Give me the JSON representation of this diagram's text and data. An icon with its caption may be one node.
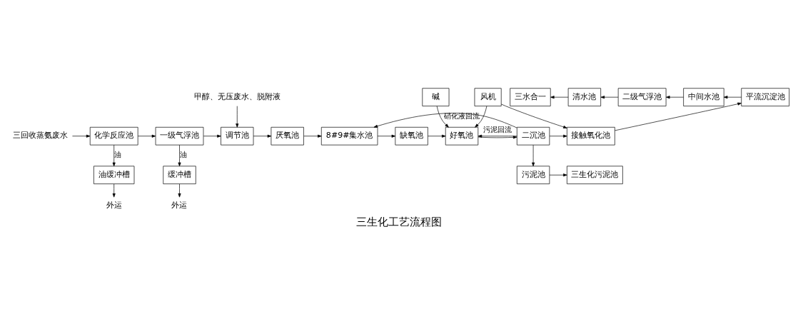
{
  "diagram": {
    "title": "三生化工艺流程图",
    "nodes": [
      {
        "text": [
          "甲醇、无压废水、脱附液"
        ]
      },
      {
        "text": [
          "三回收蒸氨废水"
        ]
      },
      {
        "text": [
          "化学反应池"
        ]
      },
      {
        "text": [
          "一级气浮池"
        ]
      },
      {
        "text": [
          "调节池"
        ]
      },
      {
        "text": [
          "油缓冲槽"
        ]
      },
      {
        "text": [
          "缓冲槽"
        ]
      },
      {
        "text": [
          "外运"
        ]
      },
      {
        "text": [
          "外运"
        ]
      },
      {
        "text": [
          "厌氧池"
        ]
      },
      {
        "text": [
          "8#9#集水池"
        ]
      },
      {
        "text": [
          "缺氧池"
        ]
      },
      {
        "text": [
          "碱"
        ]
      },
      {
        "text": [
          "风机"
        ]
      },
      {
        "text": [
          "好氧池"
        ]
      },
      {
        "text": [
          "二沉池"
        ]
      },
      {
        "text": [
          "接触氧化池"
        ]
      },
      {
        "text": [
          "污泥池"
        ]
      },
      {
        "text": [
          "三生化污泥池"
        ]
      },
      {
        "text": [
          "平流沉淀池"
        ]
      },
      {
        "text": [
          "中间水池"
        ]
      },
      {
        "text": [
          "二级气浮池"
        ]
      },
      {
        "text": [
          "清水池"
        ]
      },
      {
        "text": [
          "三水合一"
        ]
      }
    ],
    "edges": [
      {
        "from": 0,
        "to": 4,
        "arrow": "to"
      },
      {
        "from": 1,
        "to": 2,
        "arrow": "to"
      },
      {
        "from": 2,
        "to": 3,
        "arrow": "to"
      },
      {
        "from": 3,
        "to": 4,
        "arrow": "to"
      },
      {
        "from": 2,
        "to": 5,
        "arrow": "to",
        "label": "油"
      },
      {
        "from": 3,
        "to": 6,
        "arrow": "to",
        "label": "油"
      },
      {
        "from": 5,
        "to": 7,
        "arrow": "to"
      },
      {
        "from": 6,
        "to": 8,
        "arrow": "to"
      },
      {
        "from": 4,
        "to": 9,
        "arrow": "to"
      },
      {
        "from": 9,
        "to": 10,
        "arrow": "to"
      },
      {
        "from": 10,
        "to": 11,
        "arrow": "to"
      },
      {
        "from": 11,
        "to": 14,
        "arrow": "to"
      },
      {
        "from": 12,
        "to": 14,
        "arrow": "to"
      },
      {
        "from": 13,
        "to": 14,
        "arrow": "to"
      },
      {
        "from": 13,
        "to": 16,
        "arrow": "to"
      },
      {
        "from": 14,
        "to": 15,
        "arrow": "to"
      },
      {
        "from": 15,
        "to": 16,
        "arrow": "to"
      },
      {
        "from": 15,
        "to": 14,
        "arrow": "to",
        "label": "污泥回流"
      },
      {
        "from": 15,
        "to": 17,
        "arrow": "to"
      },
      {
        "from": 17,
        "to": 18,
        "arrow": "to"
      },
      {
        "from": 15,
        "to": 10,
        "arrow": "to",
        "label": "硝化液回流"
      },
      {
        "from": 16,
        "to": 19,
        "arrow": "to"
      },
      {
        "from": 19,
        "to": 20,
        "arrow": "to"
      },
      {
        "from": 20,
        "to": 21,
        "arrow": "to"
      },
      {
        "from": 21,
        "to": 22,
        "arrow": "to"
      },
      {
        "from": 22,
        "to": 23,
        "arrow": "to"
      }
    ]
  }
}
